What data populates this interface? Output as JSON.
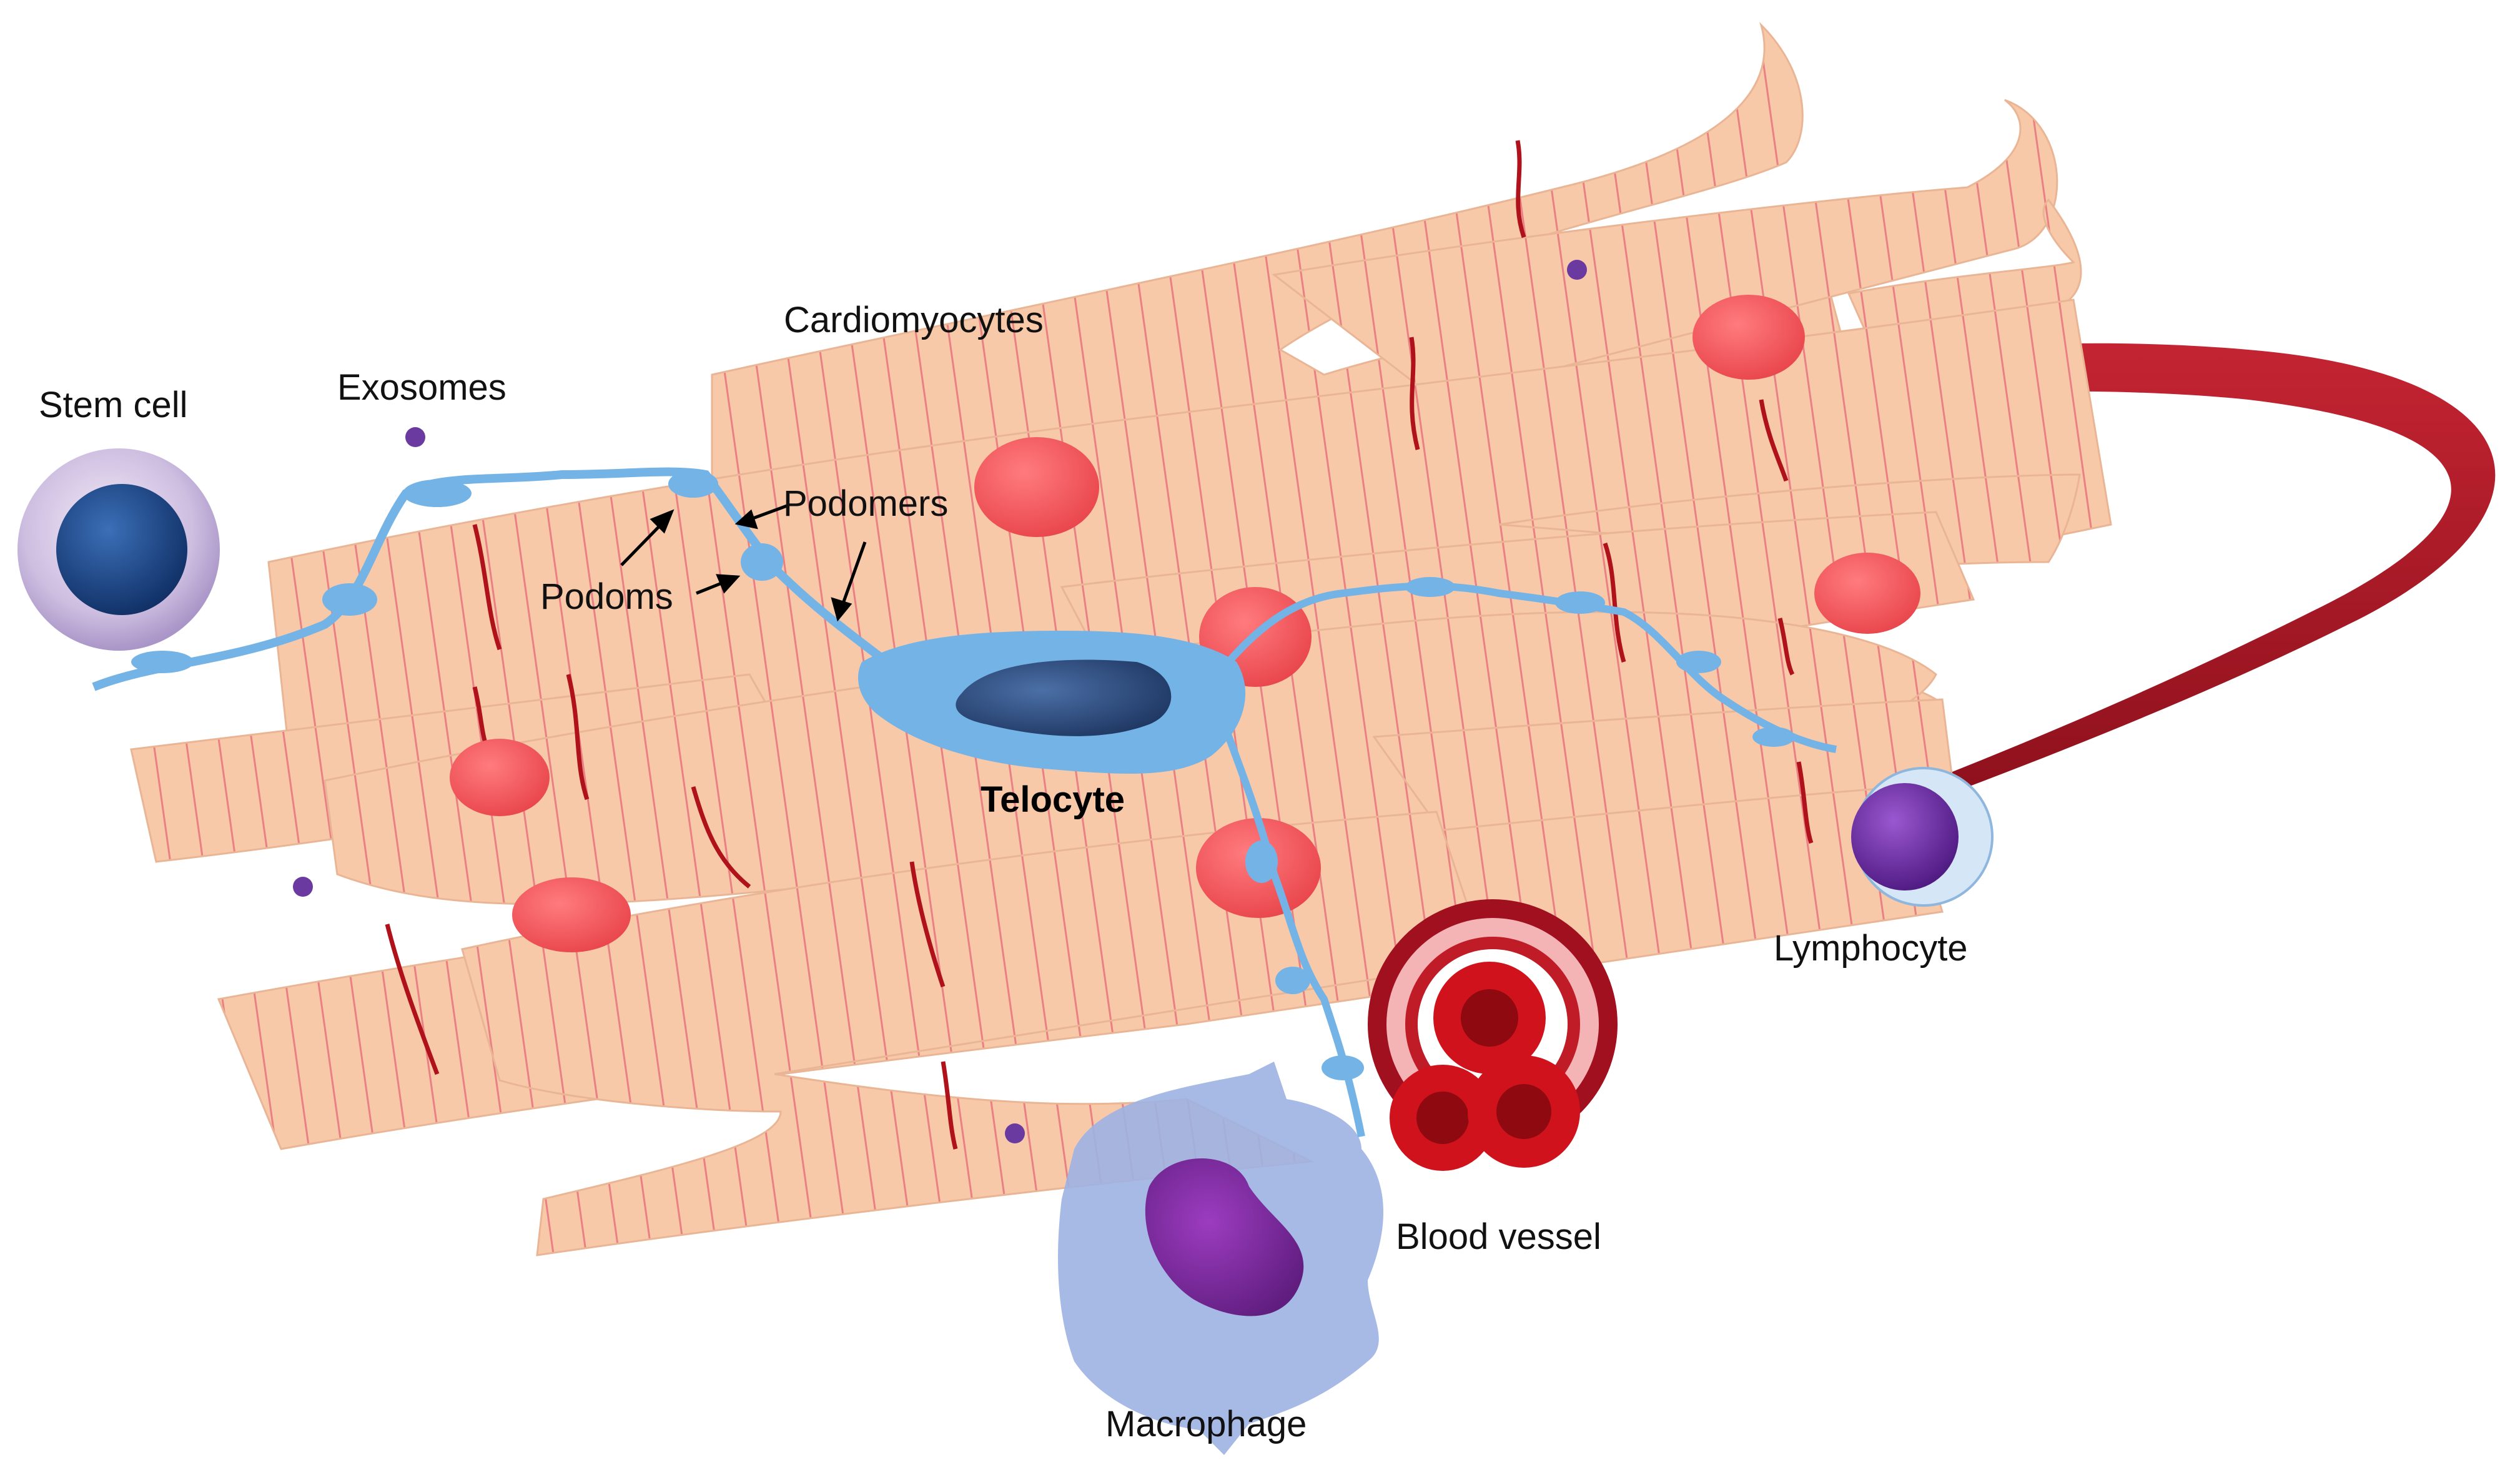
{
  "labels": {
    "cardiomyocytes": "Cardiomyocytes",
    "stem_cell": "Stem cell",
    "exosomes": "Exosomes",
    "podomers": "Podomers",
    "podoms": "Podoms",
    "telocyte": "Telocyte",
    "lymphocyte": "Lymphocyte",
    "blood_vessel": "Blood vessel",
    "macrophage": "Macrophage"
  },
  "colors": {
    "muscle_fill": "#f7c9a9",
    "striation": "#e8747a",
    "intercalated_disc": "#b0121b",
    "nucleus_red": "#f15a5f",
    "telocyte_blue": "#74b3e6",
    "telocyte_nucleus": "#2d4f80",
    "vessel_red": "#a0101e",
    "stem_cell_outer": "#d9cbe8",
    "stem_cell_nucleus": "#1f4b8e",
    "lymphocyte_purple": "#6a2aa4",
    "macrophage_blue": "#9db3e3",
    "macrophage_nucleus": "#7a2c9a",
    "exosome_purple": "#6a3aa0"
  }
}
